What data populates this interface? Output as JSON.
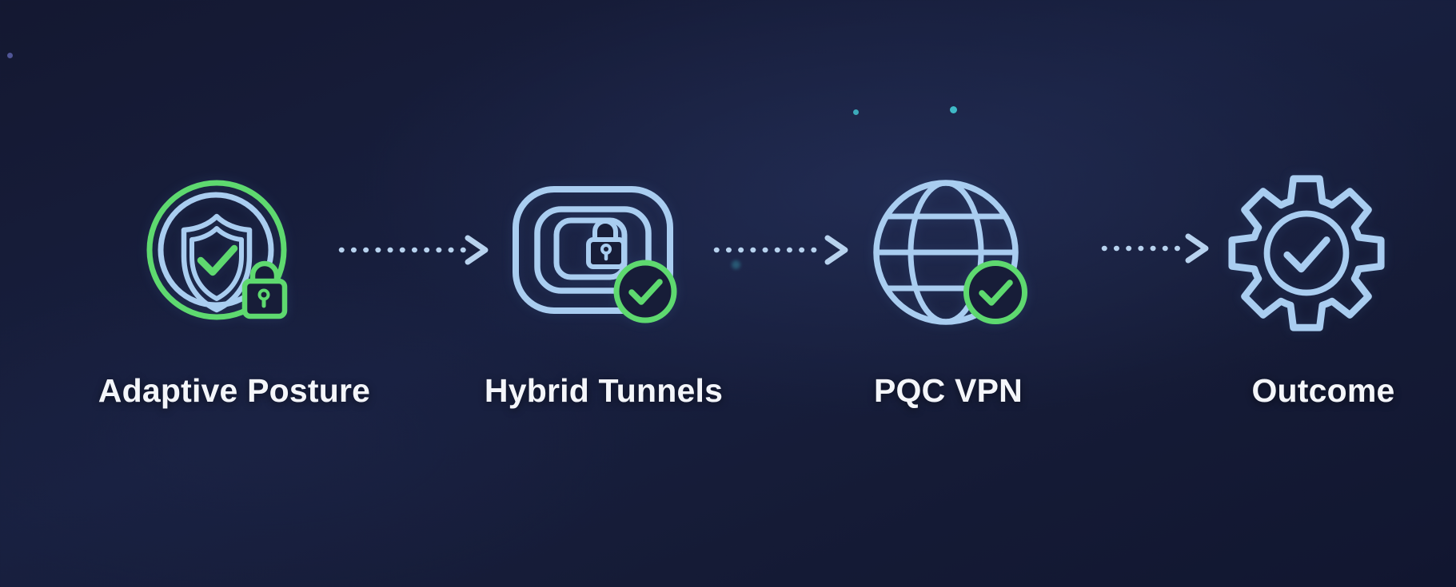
{
  "diagram": {
    "steps": [
      {
        "label": "Adaptive Posture",
        "icon": "shield-check-lock-icon"
      },
      {
        "label": "Hybrid Tunnels",
        "icon": "tunnel-lock-check-icon"
      },
      {
        "label": "PQC VPN",
        "icon": "globe-check-icon"
      },
      {
        "label": "Outcome",
        "icon": "gear-check-icon"
      }
    ],
    "connector": {
      "type": "dashed-arrow",
      "direction": "right",
      "count": 3
    }
  },
  "colors": {
    "green": "#5ed96f",
    "blue": "#a9cdf0",
    "arrow": "#b7d2ee",
    "text": "#f4f6fa",
    "bg": "#151b34",
    "bg2": "#171d38",
    "dot_teal": "#3fb9c6",
    "dot_purple": "#5a60a8"
  }
}
